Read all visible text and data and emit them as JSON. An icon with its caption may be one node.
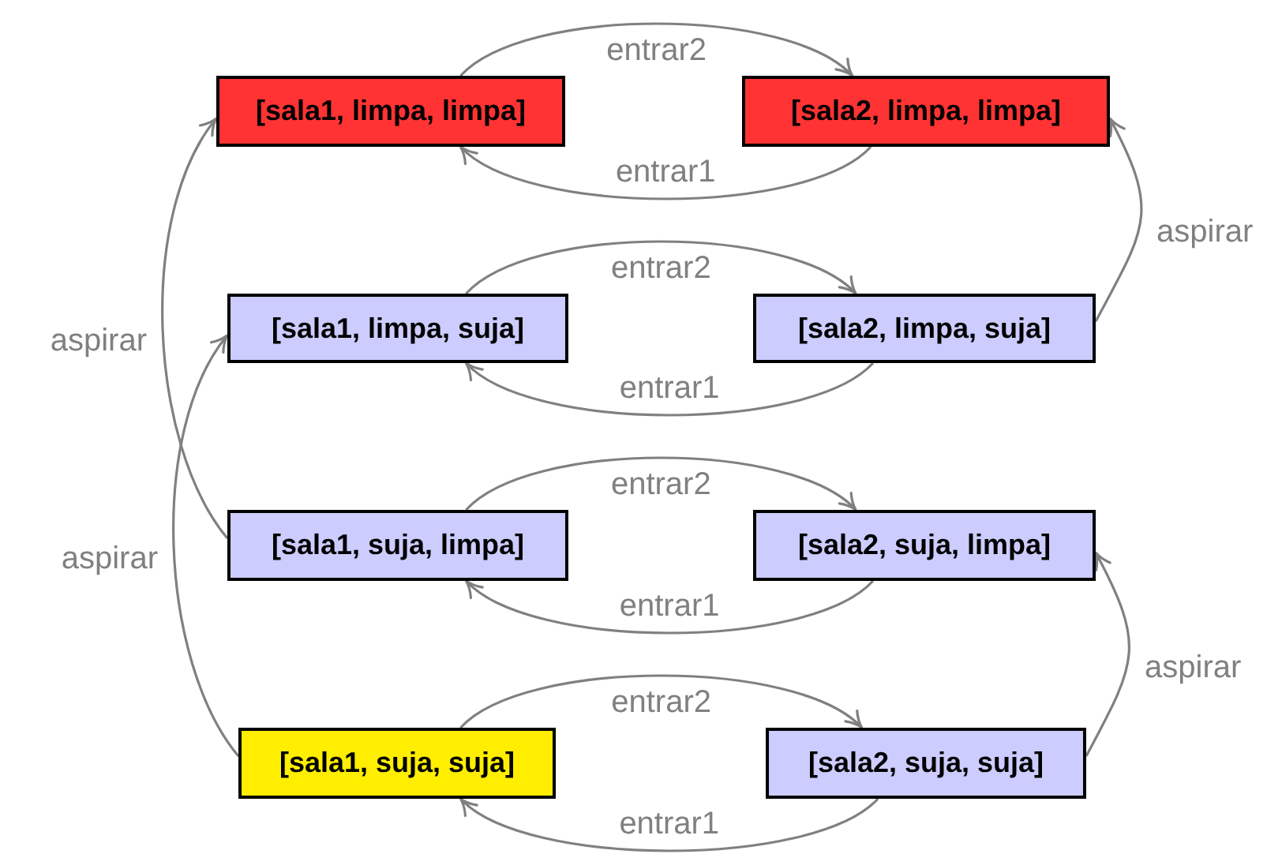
{
  "diagram": {
    "nodes": [
      {
        "text": [
          "[sala1, limpa, limpa]"
        ]
      },
      {
        "text": [
          "[sala2, limpa, limpa]"
        ]
      },
      {
        "text": [
          "[sala1, limpa, suja]"
        ]
      },
      {
        "text": [
          "[sala2, limpa, suja]"
        ]
      },
      {
        "text": [
          "[sala1, suja, limpa]"
        ]
      },
      {
        "text": [
          "[sala2, suja, limpa]"
        ]
      },
      {
        "text": [
          "[sala1, suja, suja]"
        ]
      },
      {
        "text": [
          "[sala2, suja, suja]"
        ]
      }
    ],
    "edges": [
      {
        "from": 0,
        "to": 1,
        "arrow": "to",
        "label": "entrar2"
      },
      {
        "from": 1,
        "to": 0,
        "arrow": "to",
        "label": "entrar1"
      },
      {
        "from": 2,
        "to": 3,
        "arrow": "to",
        "label": "entrar2"
      },
      {
        "from": 3,
        "to": 2,
        "arrow": "to",
        "label": "entrar1"
      },
      {
        "from": 4,
        "to": 5,
        "arrow": "to",
        "label": "entrar2"
      },
      {
        "from": 5,
        "to": 4,
        "arrow": "to",
        "label": "entrar1"
      },
      {
        "from": 6,
        "to": 7,
        "arrow": "to",
        "label": "entrar2"
      },
      {
        "from": 7,
        "to": 6,
        "arrow": "to",
        "label": "entrar1"
      },
      {
        "from": 4,
        "to": 0,
        "arrow": "to",
        "label": "aspirar"
      },
      {
        "from": 3,
        "to": 1,
        "arrow": "to",
        "label": "aspirar"
      },
      {
        "from": 6,
        "to": 2,
        "arrow": "to",
        "label": "aspirar"
      },
      {
        "from": 7,
        "to": 5,
        "arrow": "to",
        "label": "aspirar"
      }
    ]
  }
}
